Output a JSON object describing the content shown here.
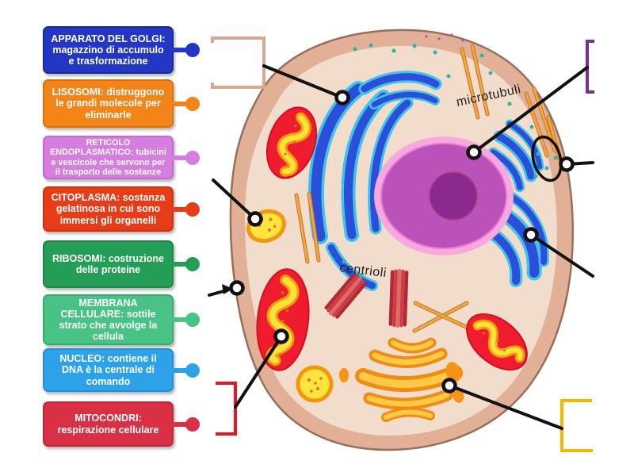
{
  "activity": {
    "type": "labelled-diagram",
    "subject": "cellula animale"
  },
  "labels": [
    {
      "id": "apparato-del-golgi",
      "keyword": "APPARATO DEL GOLGI:",
      "text": "magazzino di accumulo e trasformazione",
      "bg": "#2336c4",
      "border": "#1a2a9d"
    },
    {
      "id": "lisosomi",
      "keyword": "LISOSOMI:",
      "text": "distruggono le grandi molecole per eliminarle",
      "bg": "#f28418",
      "border": "#da710f"
    },
    {
      "id": "reticolo-endoplasmatico",
      "keyword": "RETICOLO ENDOPLASMATICO:",
      "text": "tubicini e vescicole che servono per il trasporto delle sostanze",
      "bg": "#d67de0",
      "border": "#c369d2"
    },
    {
      "id": "citoplasma",
      "keyword": "CITOPLASMA:",
      "text": "sostanza gelatinosa in cui sono immersi gli organelli",
      "bg": "#e63c17",
      "border": "#cf300f"
    },
    {
      "id": "ribosomi",
      "keyword": "RIBOSOMI:",
      "text": "costruzione delle proteine",
      "bg": "#249e57",
      "border": "#1b8647"
    },
    {
      "id": "membrana-cellulare",
      "keyword": "MEMBRANA CELLULARE:",
      "text": "sottile strato che avvolge la cellula",
      "bg": "#49c285",
      "border": "#33ad6f"
    },
    {
      "id": "nucleo",
      "keyword": "NUCLEO:",
      "text": "contiene il DNA è la centrale di comando",
      "bg": "#2da2e8",
      "border": "#1e90d8"
    },
    {
      "id": "mitocondri",
      "keyword": "MITOCONDRI:",
      "text": "respirazione cellulare",
      "bg": "#d93046",
      "border": "#c2243a"
    }
  ],
  "diagram_annotations": {
    "microtubuli": "microtubuli",
    "centrioli": "centrioli"
  },
  "drop_slots": [
    {
      "name": "slot-top-left",
      "color": "#d9a88d"
    },
    {
      "name": "slot-top-right",
      "color": "#7b2f96"
    },
    {
      "name": "slot-bottom-left",
      "color": "#ea1520"
    },
    {
      "name": "slot-bottom-right",
      "color": "#f6b700"
    }
  ],
  "colors": {
    "cell_membrane": "#e2b096",
    "cell_outline": "#97705b",
    "cytoplasm": "#f2dccb",
    "nucleus_ring": "#f7a8df",
    "nucleus_body": "#ba52ba",
    "nucleolus": "#8b2a8e",
    "er_blue": "#2b4fd8",
    "er_cyan": "#3fc3e8",
    "mitochondrion_red": "#ee1c2e",
    "mitochondrion_crista": "#ffe13a",
    "golgi_orange": "#ef8c15",
    "microtubule_orange": "#f2a844",
    "centriole_red": "#cd3d44",
    "connector_black": "#111111"
  }
}
